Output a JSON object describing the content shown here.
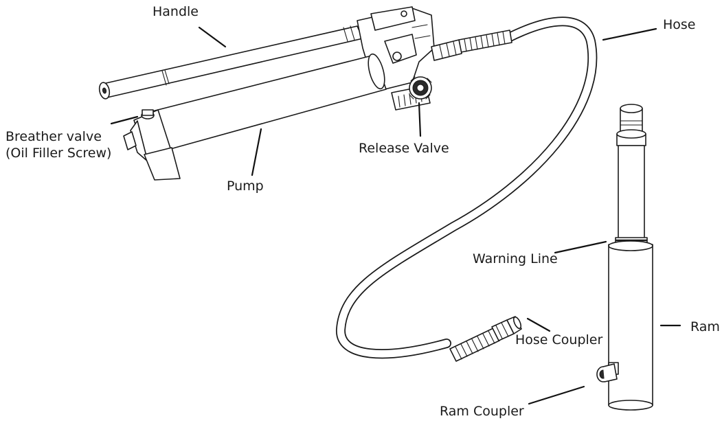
{
  "labels": {
    "handle": "Handle",
    "hose": "Hose",
    "breather_valve_line1": "Breather valve",
    "breather_valve_line2": "(Oil Filler Screw)",
    "release_valve": "Release Valve",
    "pump": "Pump",
    "warning_line": "Warning Line",
    "hose_coupler": "Hose Coupler",
    "ram": "Ram",
    "ram_coupler": "Ram Coupler"
  }
}
